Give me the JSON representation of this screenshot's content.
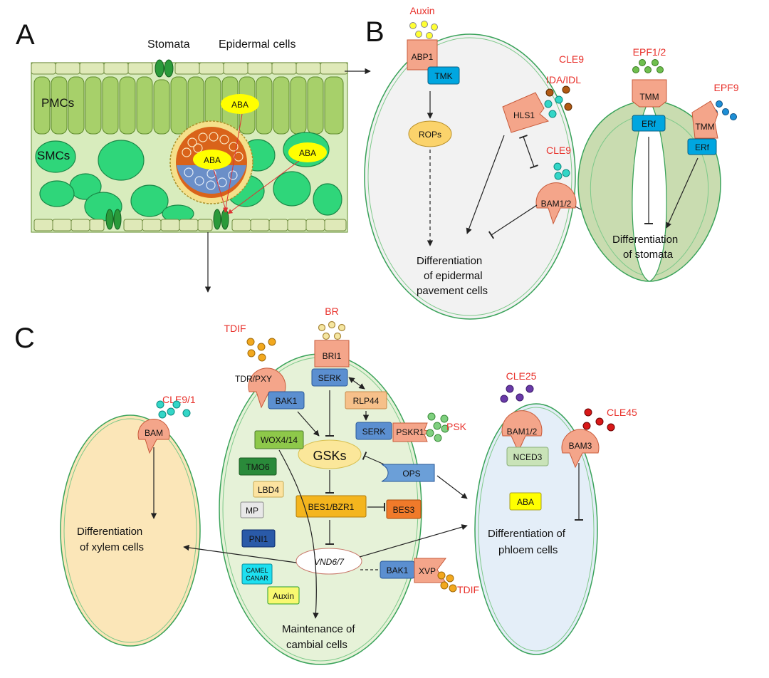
{
  "panels": {
    "a": "A",
    "b": "B",
    "c": "C"
  },
  "panel_a": {
    "stomata": "Stomata",
    "epidermal": "Epidermal cells",
    "pmcs": "PMCs",
    "smcs": "SMCs",
    "aba": "ABA"
  },
  "panel_b": {
    "auxin": "Auxin",
    "abp1": "ABP1",
    "tmk": "TMK",
    "rops": "ROPs",
    "cle9_top": "CLE9",
    "ida": "IDA/IDL",
    "hls1": "HLS1",
    "cle9": "CLE9",
    "bam12": "BAM1/2",
    "epf12": "EPF1/2",
    "epf9": "EPF9",
    "tmm": "TMM",
    "erf": "ERf",
    "diff_pave_1": "Differentiation",
    "diff_pave_2": "of epidermal",
    "diff_pave_3": "pavement cells",
    "diff_stom_1": "Differentiation",
    "diff_stom_2": "of stomata"
  },
  "panel_c": {
    "br": "BR",
    "tdif": "TDIF",
    "tdrpxy": "TDR/PXY",
    "bri1": "BRI1",
    "serk": "SERK",
    "bak1": "BAK1",
    "rlp44": "RLP44",
    "pskr1": "PSKR1",
    "psk": "PSK",
    "wox": "WOX4/14",
    "gsks": "GSKs",
    "tmo6": "TMO6",
    "lbd4": "LBD4",
    "mp": "MP",
    "ops": "OPS",
    "bes1": "BES1/BZR1",
    "bes3": "BES3",
    "pni1": "PNI1",
    "vnd": "VND6/7",
    "xvp": "XVP",
    "tdif2": "TDIF",
    "camel": "CAMEL",
    "canar": "CANAR",
    "auxin": "Auxin",
    "maint_1": "Maintenance of",
    "maint_2": "cambial cells",
    "cle91": "CLE9/1",
    "bam": "BAM",
    "xylem_1": "Differentiation",
    "xylem_2": "of xylem cells",
    "cle25": "CLE25",
    "bam12": "BAM1/2",
    "cle45": "CLE45",
    "bam3": "BAM3",
    "nced3": "NCED3",
    "aba": "ABA",
    "phloem_1": "Differentiation of",
    "phloem_2": "phloem cells"
  },
  "colors": {
    "red_label": "#e8302a",
    "receptor": "#f4a58a",
    "blue_box": "#5b8fd0",
    "cyan_box": "#00a6e0",
    "leaf_green": "#b8dc8a",
    "cell_green": "#33dd77",
    "xylem_cell": "#fbe6b8",
    "phloem_cell": "#e4eef8",
    "cambium_cell": "#e6f2d8"
  }
}
